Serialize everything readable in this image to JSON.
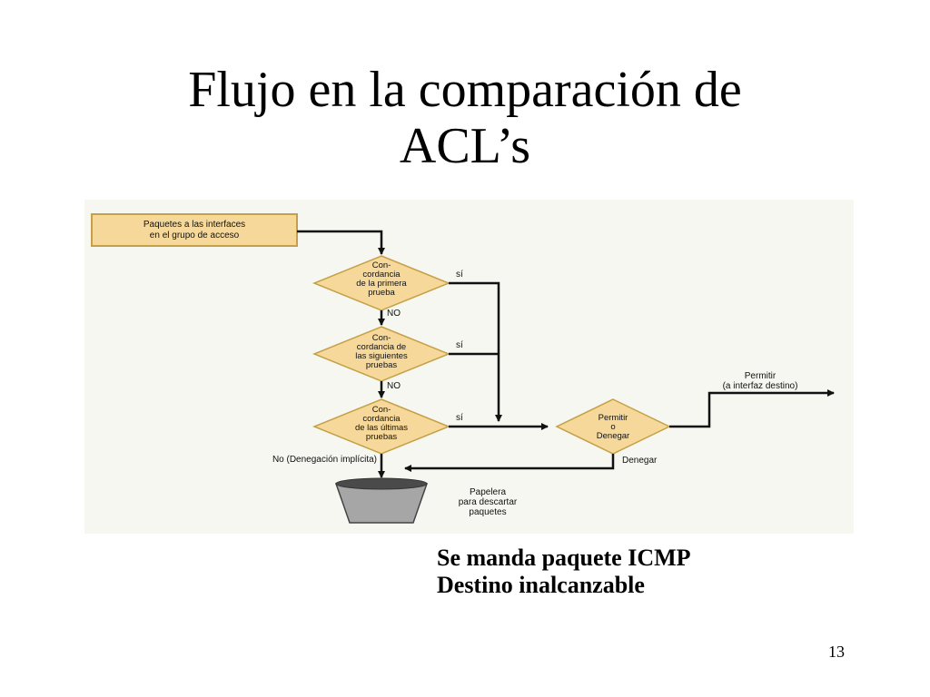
{
  "slide": {
    "title_line1": "Flujo en la comparación de",
    "title_line2": "ACL’s",
    "caption_line1": "Se manda paquete ICMP",
    "caption_line2": "Destino inalcanzable",
    "page_number": "13"
  },
  "diagram": {
    "start_box": {
      "line1": "Paquetes a las interfaces",
      "line2": "en el grupo de acceso"
    },
    "decision1": {
      "line1": "Con-",
      "line2": "cordancia",
      "line3": "de la primera",
      "line4": "prueba"
    },
    "decision2": {
      "line1": "Con-",
      "line2": "cordancia de",
      "line3": "las siguientes",
      "line4": "pruebas"
    },
    "decision3": {
      "line1": "Con-",
      "line2": "cordancia",
      "line3": "de las últimas",
      "line4": "pruebas"
    },
    "decision4": {
      "line1": "Permitir",
      "line2": "o",
      "line3": "Denegar"
    },
    "labels": {
      "si1": "sí",
      "si2": "sí",
      "si3": "sí",
      "no1": "NO",
      "no2": "NO",
      "no_implicit": "No (Denegación implícita)",
      "permit_line1": "Permitir",
      "permit_line2": "(a interfaz destino)",
      "deny": "Denegar"
    },
    "bin_label": {
      "line1": "Papelera",
      "line2": "para descartar",
      "line3": "paquetes"
    },
    "colors": {
      "box_fill": "#f6d99a",
      "box_border": "#c5a046",
      "line": "#111111",
      "bin_fill": "#a6a6a6",
      "background": "#f6f7f0"
    }
  }
}
